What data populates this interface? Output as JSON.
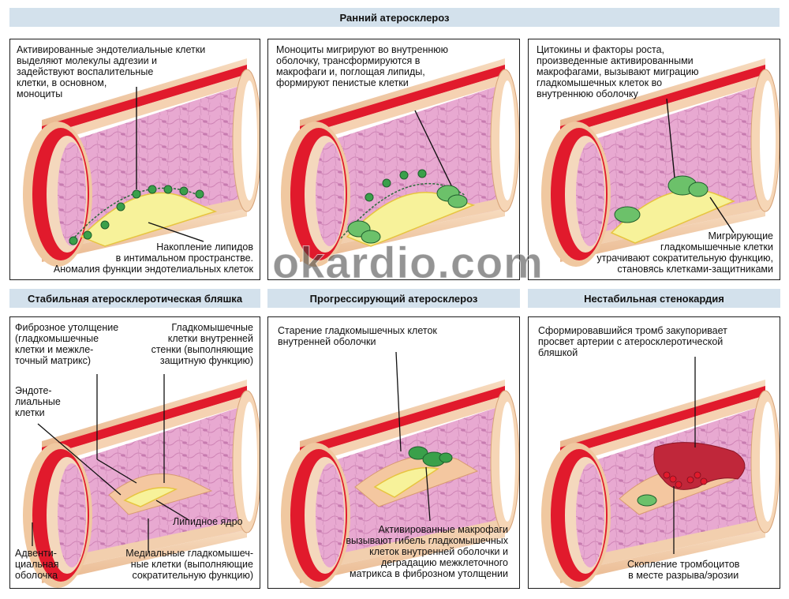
{
  "sections": {
    "early": "Ранний атеросклероз",
    "stable": "Стабильная атеросклеротическая бляшка",
    "progressive": "Прогрессирующий атеросклероз",
    "unstable": "Нестабильная стенокардия"
  },
  "panel1": {
    "top": "Активированные эндотелиальные клетки\nвыделяют молекулы адгезии и\nзадействуют воспалительные\nклетки, в основном,\nмоноциты",
    "bottom": "Накопление липидов\nв интимальном пространстве.\nАномалия функции эндотелиальных клеток"
  },
  "panel2": {
    "top": "Моноциты мигрируют во внутреннюю\nоболочку, трансформируются в\nмакрофаги и, поглощая липиды,\nформируют пенистые клетки"
  },
  "panel3": {
    "top": "Цитокины и факторы роста,\nпроизведенные активированными\nмакрофагами, вызывают миграцию\nгладкомышечных клеток во\nвнутреннюю оболочку",
    "bottom": "Мигрирующие\nгладкомышечные клетки\nутрачивают сократительную функцию,\nстановясь клетками-защитниками"
  },
  "panel4": {
    "fibrous": "Фиброзное утолщение\n(гладкомышечные\nклетки и межкле-\nточный матрикс)",
    "smooth": "Гладкомышечные\nклетки внутренней\nстенки (выполняющие\nзащитную функцию)",
    "endo": "Эндоте-\nлиальные\nклетки",
    "core": "Липидное ядро",
    "adventitia": "Адвенти-\nциальная\nоболочка",
    "medial": "Медиальные гладкомышеч-\nные клетки (выполняющие\nсократительную функцию)"
  },
  "panel5": {
    "top": "Старение гладкомышечных клеток\nвнутренней оболочки",
    "bottom": "Активированные макрофаги\nвызывают гибель гладкомышечных\nклеток внутренней оболочки и\nдеградацию межклеточного\nматрикса в фиброзном утолщении"
  },
  "panel6": {
    "top": "Сформировавшийся тромб закупоривает\nпросвет артерии с атеросклеротической\nбляшкой",
    "bottom": "Скопление тромбоцитов\nв месте разрыва/эрозии"
  },
  "watermark": "okardio.com",
  "colors": {
    "header_bg": "#d3e1ec",
    "wall_outer": "#f0c8a0",
    "wall_red": "#e11a2c",
    "intima": "#e6a6cf",
    "plaque": "#f7f29a",
    "monocyte": "#3aa04a",
    "thrombus": "#c0273a"
  }
}
